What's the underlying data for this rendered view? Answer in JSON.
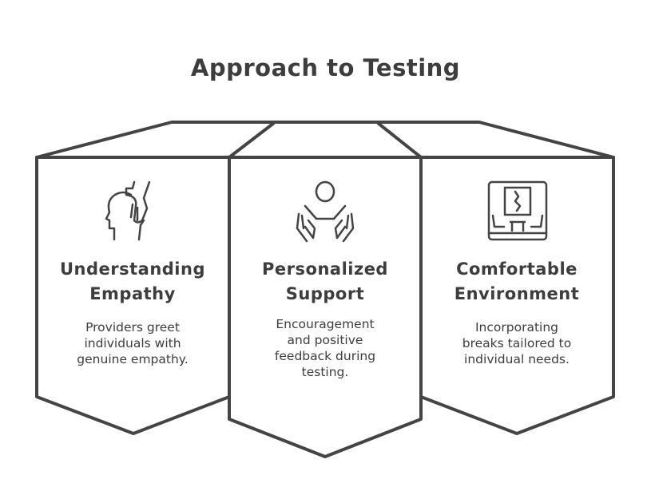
{
  "title": "Approach to Testing",
  "columns": [
    {
      "heading_line1": "Understanding",
      "heading_line2": "Empathy",
      "desc_line1": "Providers greet",
      "desc_line2": "individuals with",
      "desc_line3": "genuine empathy.",
      "desc_line4": "",
      "icon": "head-hand-icon"
    },
    {
      "heading_line1": "Personalized",
      "heading_line2": "Support",
      "desc_line1": "Encouragement",
      "desc_line2": "and positive",
      "desc_line3": "feedback during",
      "desc_line4": "testing.",
      "icon": "support-hands-icon"
    },
    {
      "heading_line1": "Comfortable",
      "heading_line2": "Environment",
      "desc_line1": "Incorporating",
      "desc_line2": "breaks tailored to",
      "desc_line3": "individual needs.",
      "desc_line4": "",
      "icon": "room-icon"
    }
  ],
  "colors": {
    "stroke": "#444444",
    "text": "#3d3d3d"
  }
}
